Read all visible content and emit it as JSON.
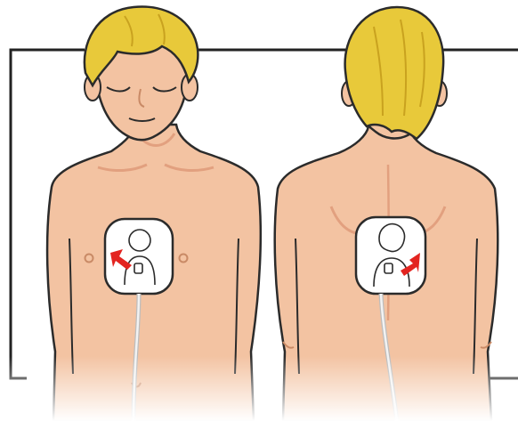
{
  "illustration": {
    "views": [
      {
        "id": "front",
        "pad_arrow": "left",
        "hair": "blond"
      },
      {
        "id": "back",
        "pad_arrow": "right",
        "hair": "blond"
      }
    ],
    "colors": {
      "skin": "#f3c3a2",
      "skin_shade": "#e2a07f",
      "hair": "#e8c93a",
      "hair_shade": "#c9a21f",
      "outline": "#2b2b2b",
      "pad": "#ffffff",
      "arrow": "#e32420",
      "cable": "#d9d9d9",
      "frame": "#222222"
    },
    "icons": [
      "electrode-pad-icon",
      "direction-arrow-icon",
      "child-figure-icon"
    ]
  }
}
